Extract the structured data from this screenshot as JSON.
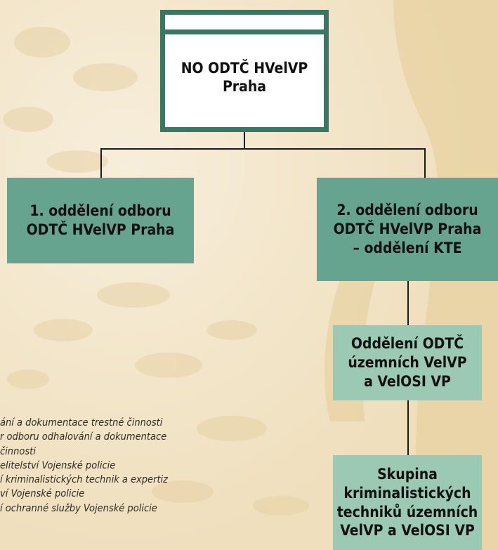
{
  "diagram": {
    "top_box": {
      "label": "NO ODTČ HVelVP\nPraha"
    },
    "left_box": {
      "label": "1. oddělení odboru\nODTČ HVelVP Praha"
    },
    "right_box": {
      "label": "2. oddělení odboru\nODTČ HVelVP Praha\n– oddělení KTE"
    },
    "mid_box": {
      "label": "Oddělení ODTČ\núzemních VelVP\na VelOSI VP"
    },
    "bottom_box": {
      "label": "Skupina\nkriminalistických\ntechniků územních\nVelVP a VelOSI VP"
    }
  },
  "legend": [
    "ání a dokumentace trestné činnosti",
    "r odboru odhalování a dokumentace",
    "činnosti",
    "elitelství Vojenské policie",
    "í kriminalistických technik a expertiz",
    "ví Vojenské policie",
    "í ochranné služby Vojenské policie"
  ],
  "colors": {
    "frame": "#3a7664",
    "box_dark": "#66a48f",
    "box_light": "#9bc9b4",
    "background": "#f1e3c6"
  }
}
